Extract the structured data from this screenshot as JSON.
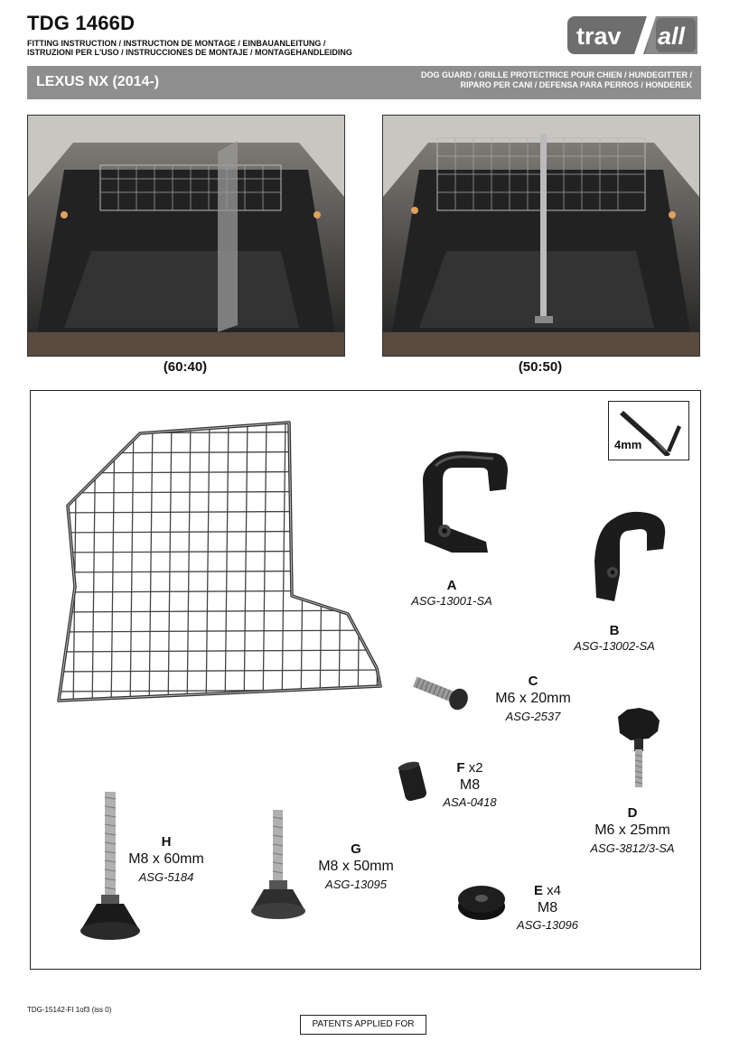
{
  "header": {
    "code": "TDG 1466D",
    "subtitle_1": "FITTING INSTRUCTION / INSTRUCTION DE MONTAGE / EINBAUANLEITUNG /",
    "subtitle_2": "ISTRUZIONI PER L'USO / INSTRUCCIONES DE MONTAJE / MONTAGEHANDLEIDING",
    "logo_left": "trav",
    "logo_right": "all",
    "logo_color": "#6e6e6e"
  },
  "bar": {
    "model": "LEXUS NX (2014-)",
    "product_1": "DOG GUARD / GRILLE PROTECTRICE POUR CHIEN / HUNDEGITTER /",
    "product_2": "RIPARO PER CANI / DEFENSA PARA PERROS / HONDEREK",
    "color": "#8e8e8e"
  },
  "photos": [
    {
      "caption": "(60:40)"
    },
    {
      "caption": "(50:50)"
    }
  ],
  "tool": {
    "label": "4mm",
    "icon": "allen-key-icon"
  },
  "parts": {
    "A": {
      "letter": "A",
      "code": "ASG-13001-SA"
    },
    "B": {
      "letter": "B",
      "code": "ASG-13002-SA"
    },
    "C": {
      "letter": "C",
      "size": "M6 x 20mm",
      "code": "ASG-2537"
    },
    "D": {
      "letter": "D",
      "size": "M6 x 25mm",
      "code": "ASG-3812/3-SA"
    },
    "E": {
      "letter": "E",
      "qty": " x4",
      "size": "M8",
      "code": "ASG-13096"
    },
    "F": {
      "letter": "F",
      "qty": " x2",
      "size": "M8",
      "code": "ASA-0418"
    },
    "G": {
      "letter": "G",
      "size": "M8 x 50mm",
      "code": "ASG-13095"
    },
    "H": {
      "letter": "H",
      "size": "M8 x 60mm",
      "code": "ASG-5184"
    }
  },
  "footer": {
    "doc_ref": "TDG-15142-FI 1of3 (iss 0)",
    "patent": "PATENTS APPLIED FOR"
  }
}
